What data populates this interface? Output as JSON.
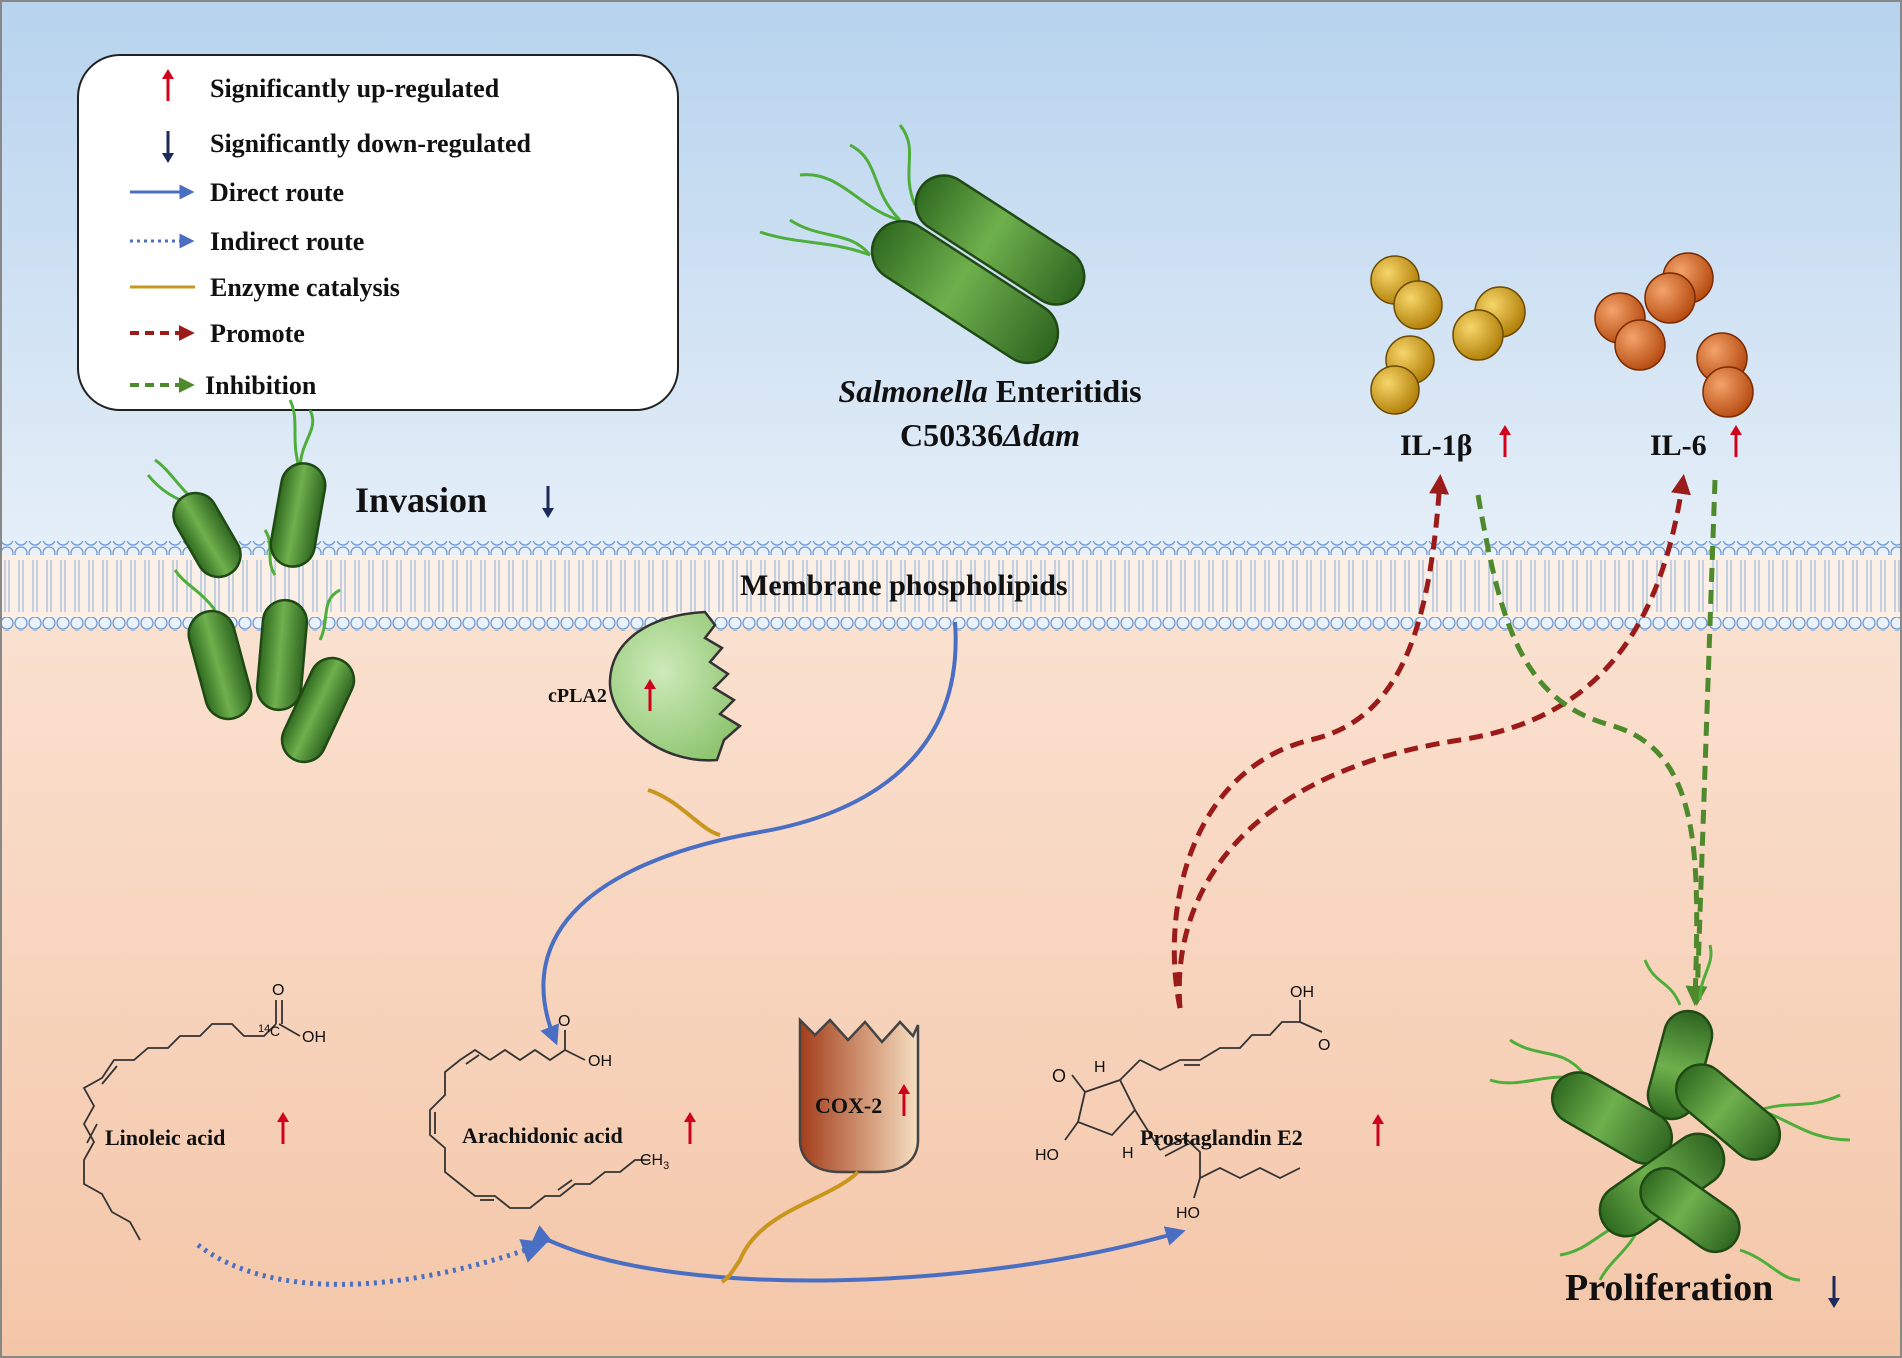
{
  "legend": {
    "items": [
      {
        "label": "Significantly up-regulated",
        "symbol": "up-arrow",
        "color": "#d0021b"
      },
      {
        "label": "Significantly down-regulated",
        "symbol": "down-arrow",
        "color": "#1b2a5a"
      },
      {
        "label": "Direct route",
        "symbol": "solid-arrow",
        "color": "#4a6fc2"
      },
      {
        "label": "Indirect route",
        "symbol": "dotted-arrow",
        "color": "#4a6fc2"
      },
      {
        "label": "Enzyme catalysis",
        "symbol": "solid-line",
        "color": "#c8961e"
      },
      {
        "label": "Promote",
        "symbol": "dashed-arrow",
        "color": "#9b1b1b"
      },
      {
        "label": "Inhibition",
        "symbol": "dashed-arrow",
        "color": "#4e8a2c"
      }
    ]
  },
  "bacteria": {
    "name_italic": "Salmonella",
    "name_rest": " Enteritidis",
    "strain_prefix": "C50336",
    "strain_italic": "Δdam"
  },
  "labels": {
    "invasion": "Invasion",
    "membrane": "Membrane  phospholipids",
    "proliferation": "Proliferation",
    "il1b": "IL-1β",
    "il6": "IL-6",
    "cpla2": "cPLA2",
    "cox2": "COX-2",
    "linoleic": "Linoleic  acid",
    "arachidonic": "Arachidonic  acid",
    "pge2": "Prostaglandin  E2"
  },
  "chem": {
    "oh": "OH",
    "o": "O",
    "h": "H",
    "ho": "HO",
    "ch3": "CH",
    "ch3_sub": "3",
    "c14_sup": "14",
    "c14": "C"
  },
  "colors": {
    "sky_top": "#b8d4ee",
    "cytoplasm": "#f6d4bd",
    "membrane": "#6f9bd6",
    "bacterium": "#4f8f35",
    "il1b": "#d9a514",
    "il6": "#db6d22",
    "cpla2": "#a8d894",
    "up": "#d0021b",
    "down": "#1b2a5a"
  }
}
